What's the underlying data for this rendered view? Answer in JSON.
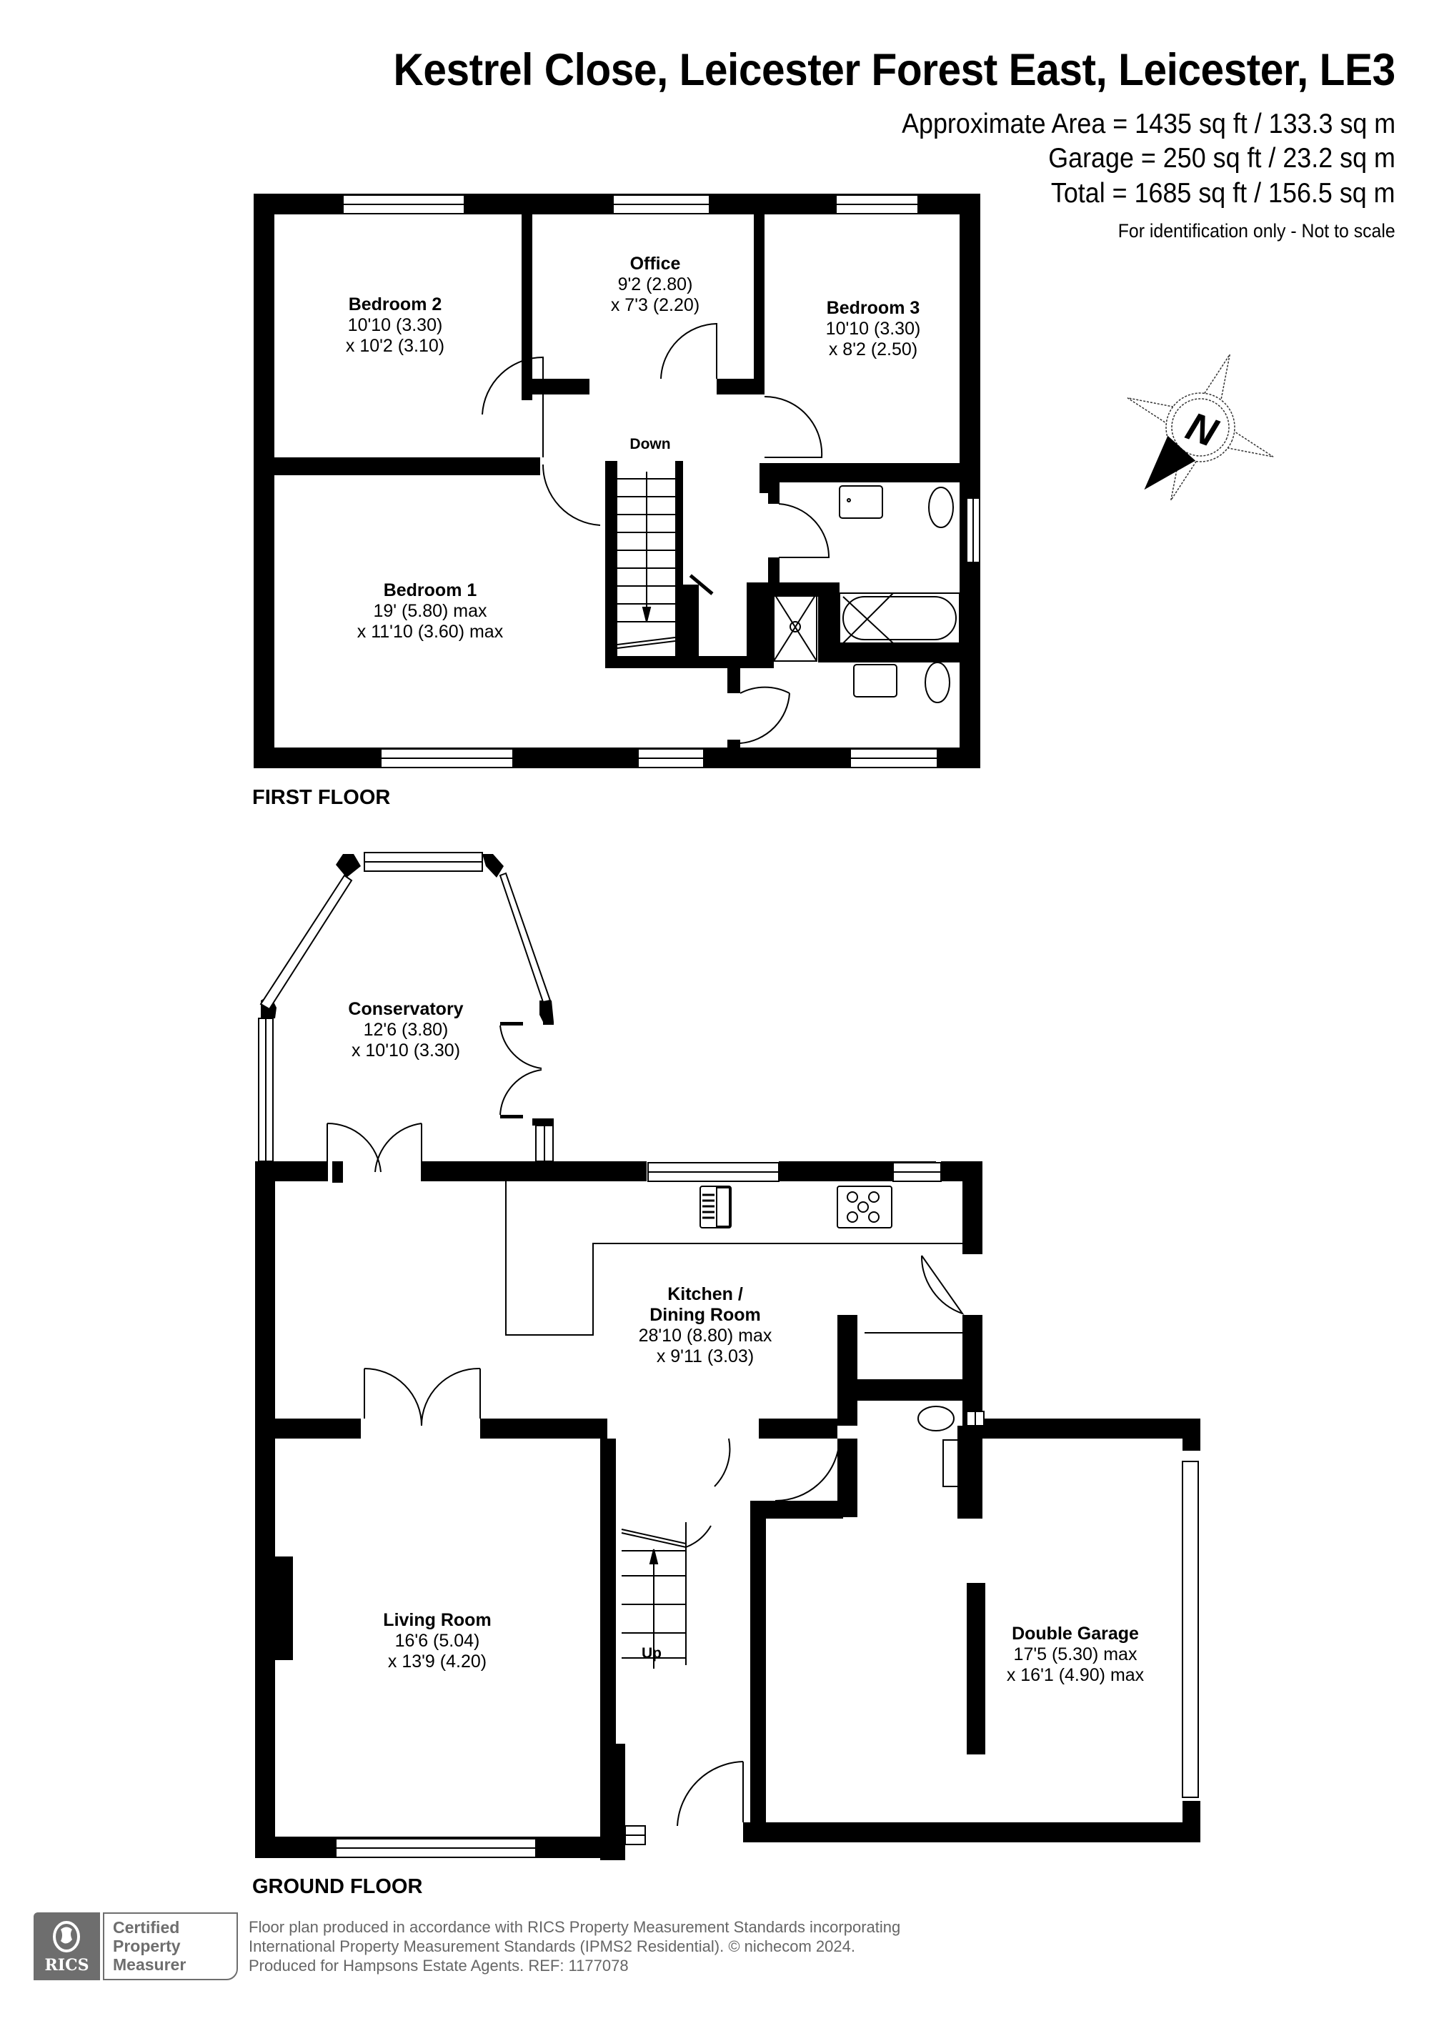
{
  "header": {
    "title": "Kestrel Close, Leicester Forest East, Leicester, LE3",
    "area_lines": [
      "Approximate Area = 1435 sq ft / 133.3 sq m",
      "Garage = 250 sq ft / 23.2 sq m",
      "Total = 1685 sq ft / 156.5 sq m"
    ],
    "disclaimer": "For identification only - Not to scale"
  },
  "compass": {
    "icon": "north-compass-icon",
    "letter": "N"
  },
  "first_floor": {
    "label": "FIRST FLOOR",
    "stairs_label": "Down",
    "rooms": [
      {
        "name": "Bedroom 2",
        "dim1": "10'10 (3.30)",
        "dim2": "x 10'2 (3.10)"
      },
      {
        "name": "Office",
        "dim1": "9'2 (2.80)",
        "dim2": "x 7'3 (2.20)"
      },
      {
        "name": "Bedroom 3",
        "dim1": "10'10 (3.30)",
        "dim2": "x 8'2 (2.50)"
      },
      {
        "name": "Bedroom 1",
        "dim1": "19' (5.80) max",
        "dim2": "x 11'10 (3.60) max"
      }
    ]
  },
  "ground_floor": {
    "label": "GROUND FLOOR",
    "stairs_label": "Up",
    "rooms": [
      {
        "name": "Conservatory",
        "dim1": "12'6 (3.80)",
        "dim2": "x 10'10 (3.30)"
      },
      {
        "name": "Kitchen /",
        "name2": "Dining Room",
        "dim1": "28'10 (8.80) max",
        "dim2": "x 9'11 (3.03)"
      },
      {
        "name": "Living Room",
        "dim1": "16'6 (5.04)",
        "dim2": "x 13'9 (4.20)"
      },
      {
        "name": "Double Garage",
        "dim1": "17'5 (5.30) max",
        "dim2": "x 16'1 (4.90) max"
      }
    ]
  },
  "footer": {
    "badge": {
      "org": "RICS",
      "line1": "Certified",
      "line2": "Property",
      "line3": "Measurer"
    },
    "lines": [
      "Floor plan produced in accordance with RICS Property Measurement Standards incorporating",
      "International Property Measurement Standards (IPMS2 Residential).   © nichecom 2024.",
      "Produced for Hampsons Estate Agents.   REF:  1177078"
    ]
  },
  "colors": {
    "wall": "#000000",
    "background": "#ffffff",
    "footer_gray": "#6e6e6e"
  }
}
